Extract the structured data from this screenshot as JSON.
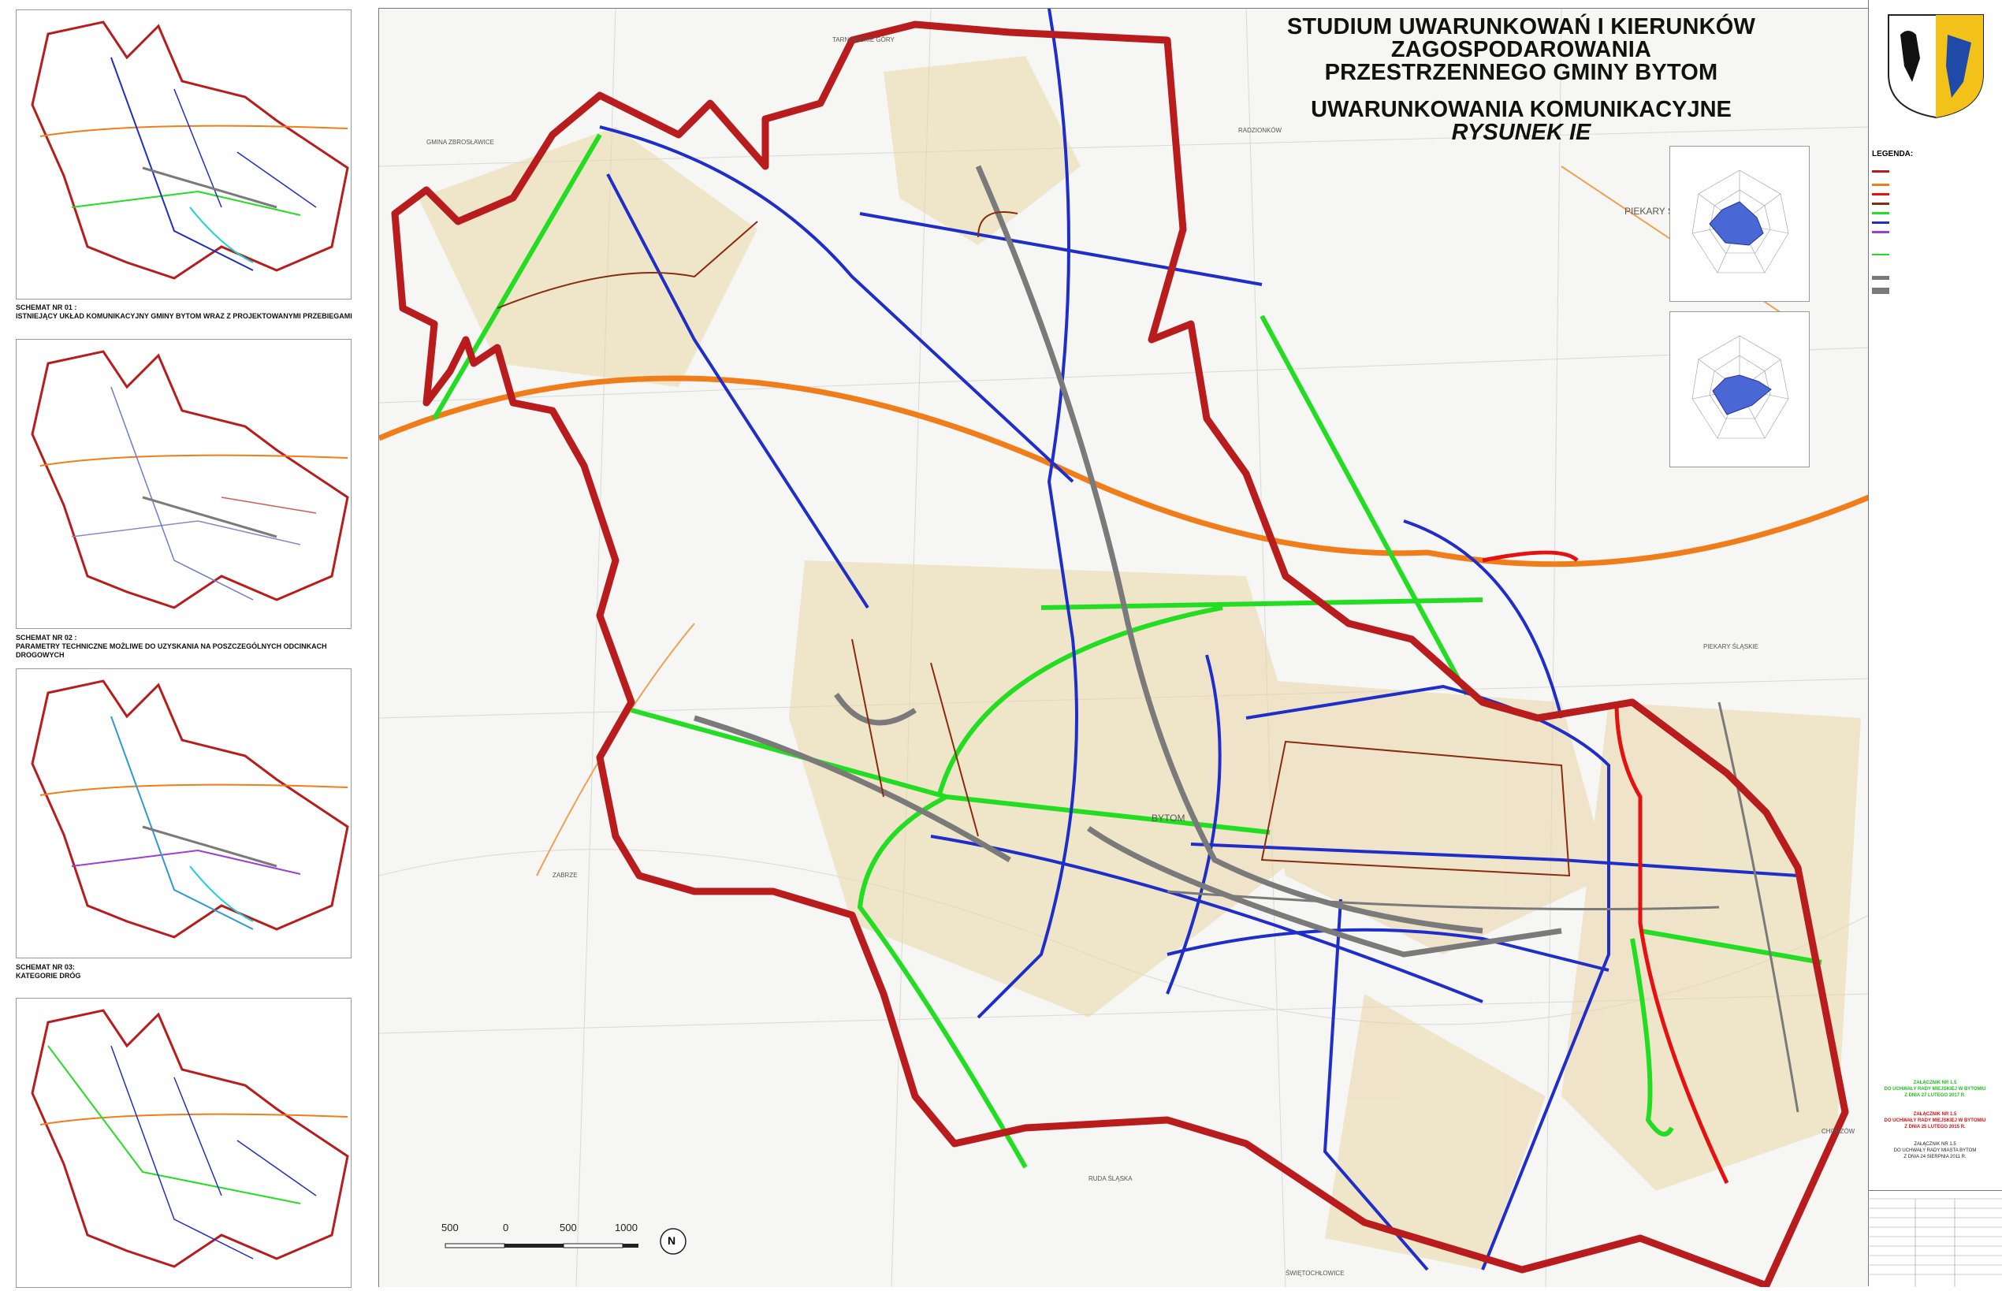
{
  "title": {
    "line1": "STUDIUM UWARUNKOWAŃ I KIERUNKÓW ZAGOSPODAROWANIA",
    "line2": "PRZESTRZENNEGO GMINY BYTOM",
    "line3": "UWARUNKOWANIA KOMUNIKACYJNE",
    "line4": "RYSUNEK IE"
  },
  "schemas": [
    {
      "caption1": "SCHEMAT NR 01 :",
      "caption2": "ISTNIEJĄCY UKŁAD KOMUNIKACYJNY GMINY BYTOM WRAZ Z PROJEKTOWANYMI PRZEBIEGAMI"
    },
    {
      "caption1": "SCHEMAT NR 02 :",
      "caption2": "PARAMETRY TECHNICZNE MOŻLIWE DO UZYSKANIA NA POSZCZEGÓLNYCH ODCINKACH DROGOWYCH"
    },
    {
      "caption1": "SCHEMAT NR 03:",
      "caption2": "KATEGORIE DRÓG"
    }
  ],
  "legend": {
    "title": "LEGENDA:",
    "colors": {
      "boundary": "#b81c1c",
      "motorway": "#f07d1a",
      "green_road": "#22dd22",
      "blue_road": "#1f2ec8",
      "red_road": "#e51010",
      "rail": "#7a7a7a",
      "brown_road": "#8b2b10"
    }
  },
  "map_labels": {
    "bytom": "BYTOM",
    "piekary": "PIEKARY ŚLĄSKIE",
    "zabrze": "ZABRZE",
    "chorzow": "CHORZÓW",
    "ruda": "RUDA ŚLĄSKA",
    "swietochlowice": "ŚWIĘTOCHŁOWICE",
    "tarnowskie": "TARNOWSKIE GÓRY",
    "radzionkow": "RADZIONKÓW",
    "zbroslawice": "GMINA ZBROSŁAWICE"
  },
  "notes": {
    "green": [
      "ZAŁĄCZNIK NR 1.5",
      "DO UCHWAŁY RADY MIEJSKIEJ W BYTOMIU",
      "Z DNIA 27 LUTEGO 2017 R."
    ],
    "red": [
      "ZAŁĄCZNIK NR 1.5",
      "DO UCHWAŁY RADY MIEJSKIEJ W BYTOMIU",
      "Z DNIA 25 LUTEGO 2015 R."
    ],
    "black": [
      "ZAŁĄCZNIK NR 1.5",
      "DO UCHWAŁY RADY MIASTA BYTOM",
      "Z DNIA 24 SIERPNIA 2011 R."
    ]
  },
  "scale": {
    "t0": "500",
    "t1": "0",
    "t2": "500",
    "t3": "1000",
    "north": "N"
  }
}
